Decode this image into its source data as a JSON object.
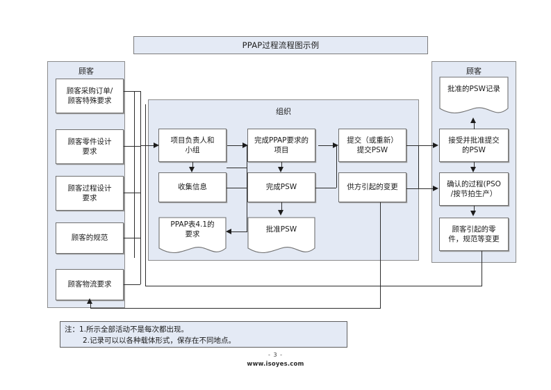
{
  "document": {
    "title": "PPAP过程流程图示例",
    "page_number": "- 3 -",
    "site": "www.isoyes.com"
  },
  "lanes": {
    "customer_left": {
      "label": "顾客"
    },
    "organization": {
      "label": "组织"
    },
    "customer_right": {
      "label": "顾客"
    }
  },
  "customer_inputs": [
    {
      "id": "po",
      "label": "顾客采购订单/\n顾客特殊要求"
    },
    {
      "id": "part",
      "label": "顾客零件设计\n要求"
    },
    {
      "id": "process",
      "label": "顾客过程设计\n要求"
    },
    {
      "id": "spec",
      "label": "顾客的规范"
    },
    {
      "id": "logistics",
      "label": "顾客物流要求"
    }
  ],
  "organization_nodes": [
    {
      "id": "leader",
      "label": "项目负责人和\n小组",
      "shape": "process"
    },
    {
      "id": "collect",
      "label": "收集信息",
      "shape": "process"
    },
    {
      "id": "table41",
      "label": "PPAP表4.1的\n要求",
      "shape": "document"
    },
    {
      "id": "complete",
      "label": "完成PPAP要求的\n项目",
      "shape": "process"
    },
    {
      "id": "psw",
      "label": "完成PSW",
      "shape": "process"
    },
    {
      "id": "approve",
      "label": "批准PSW",
      "shape": "document"
    },
    {
      "id": "submit",
      "label": "提交（或重新）\n提交PSW",
      "shape": "process"
    },
    {
      "id": "supplier",
      "label": "供方引起的变更",
      "shape": "process"
    }
  ],
  "customer_outputs": [
    {
      "id": "record",
      "label": "批准的PSW记录",
      "shape": "document"
    },
    {
      "id": "accept",
      "label": "接受并批准提交\n的PSW",
      "shape": "process"
    },
    {
      "id": "confirm",
      "label": "确认的过程(PSO\n/按节拍生产）",
      "shape": "process"
    },
    {
      "id": "change",
      "label": "顾客引起的零\n件，规范等变更",
      "shape": "process"
    }
  ],
  "note": {
    "line1": "注：1.所示全部活动不是每次都出现。",
    "line2": "2.记录可以以各种载体形式，保存在不同地点。"
  },
  "colors": {
    "lane_fill": "#e3e9f4",
    "banner_fill": "#e4eaf5",
    "node_fill": "#ffffff",
    "border": "#6f6f6f",
    "line": "#2b2b2b"
  }
}
